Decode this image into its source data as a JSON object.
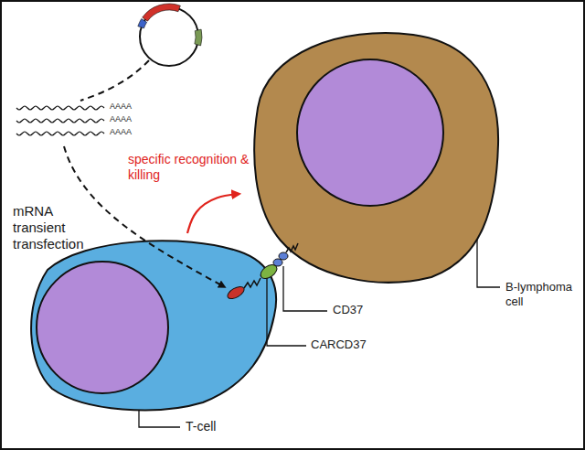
{
  "diagram": {
    "nodes": [
      {
        "text": [
          "B-lymphoma cell"
        ]
      },
      {
        "text": [
          "T-cell"
        ]
      }
    ],
    "edges": [
      {
        "from": 1,
        "to": 0,
        "arrow": "to",
        "label": "specific recognition & killing"
      }
    ],
    "labels": [
      "AAAA",
      "AAAA",
      "AAAA",
      "mRNA transient transfection",
      "CD37",
      "CARCD37"
    ]
  }
}
